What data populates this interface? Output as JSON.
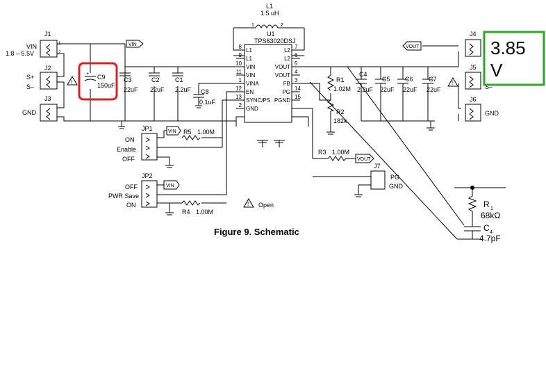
{
  "diagram": {
    "title": "Figure 9. Schematic",
    "ic": {
      "ref": "U1",
      "part": "TPS63020DSJ",
      "left_pins": [
        {
          "num": "8",
          "name": "L1"
        },
        {
          "num": "9",
          "name": "L1"
        },
        {
          "num": "10",
          "name": "VIN"
        },
        {
          "num": "11",
          "name": "VIN"
        },
        {
          "num": "1",
          "name": "VINA"
        },
        {
          "num": "12",
          "name": "EN"
        },
        {
          "num": "13",
          "name": "SYNC/PS"
        },
        {
          "num": "2",
          "name": "GND"
        }
      ],
      "right_pins": [
        {
          "num": "7",
          "name": "L2"
        },
        {
          "num": "6",
          "name": "L2"
        },
        {
          "num": "5",
          "name": "VOUT"
        },
        {
          "num": "4",
          "name": "VOUT"
        },
        {
          "num": "3",
          "name": "FB"
        },
        {
          "num": "14",
          "name": "PG"
        },
        {
          "num": "15",
          "name": "PGND"
        }
      ]
    },
    "inductor": {
      "ref": "L1",
      "value": "1.5 uH",
      "pin1": "1",
      "pin2": "2"
    },
    "connectors": {
      "j1": {
        "ref": "J1",
        "label": "VIN",
        "sublabel": "1.8 – 5.5V"
      },
      "j2": {
        "ref": "J2",
        "label_a": "S+",
        "label_b": "S–"
      },
      "j3": {
        "ref": "J3",
        "label": "GND"
      },
      "j4": {
        "ref": "J4"
      },
      "j5": {
        "ref": "J5",
        "label": "S–"
      },
      "j6": {
        "ref": "J6",
        "label": "GND"
      },
      "j7": {
        "ref": "J7",
        "label_a": "PG",
        "label_b": "GND"
      }
    },
    "jumpers": {
      "jp1": {
        "ref": "JP1",
        "opt_a": "ON",
        "opt_mid": "Enable",
        "opt_b": "OFF"
      },
      "jp2": {
        "ref": "JP2",
        "opt_a": "OFF",
        "opt_mid": "PWR Save",
        "opt_b": "ON"
      }
    },
    "caps": {
      "c9": {
        "ref": "C9",
        "value": "150uF"
      },
      "c3": {
        "ref": "C3",
        "value": "22uF"
      },
      "c2": {
        "ref": "C2",
        "value": "22uF"
      },
      "c1": {
        "ref": "C1",
        "value": "2.2uF"
      },
      "c8": {
        "ref": "C8",
        "value": "0.1uF"
      },
      "c4": {
        "ref": "C4",
        "value": "2.2uF"
      },
      "c5": {
        "ref": "C5",
        "value": "22uF"
      },
      "c6": {
        "ref": "C6",
        "value": "22uF"
      },
      "c7": {
        "ref": "C7",
        "value": "22uF"
      }
    },
    "resistors": {
      "r1": {
        "ref": "R1",
        "value": "1.02M"
      },
      "r2": {
        "ref": "R2",
        "value": "182k"
      },
      "r3": {
        "ref": "R3",
        "value": "1.00M"
      },
      "r4": {
        "ref": "R4",
        "value": "1.00M"
      },
      "r5": {
        "ref": "R5",
        "value": "1.00M"
      }
    },
    "net_flags": {
      "vin": "VIN",
      "vout": "VOUT"
    },
    "pin_labels": {
      "p1": "1",
      "p2": "2",
      "p3": "3"
    },
    "warning_symbol": "!",
    "legend_text": "Open",
    "inset": {
      "r_label": "R",
      "r_sub": "1",
      "r_value": "68kΩ",
      "c_label": "C",
      "c_sub": "4",
      "c_value": "4.7pF"
    }
  },
  "annotation": {
    "text_line1": "3.85",
    "text_line2": "V",
    "color": "#2aaa2a"
  },
  "highlight": {
    "color": "#e02020"
  }
}
